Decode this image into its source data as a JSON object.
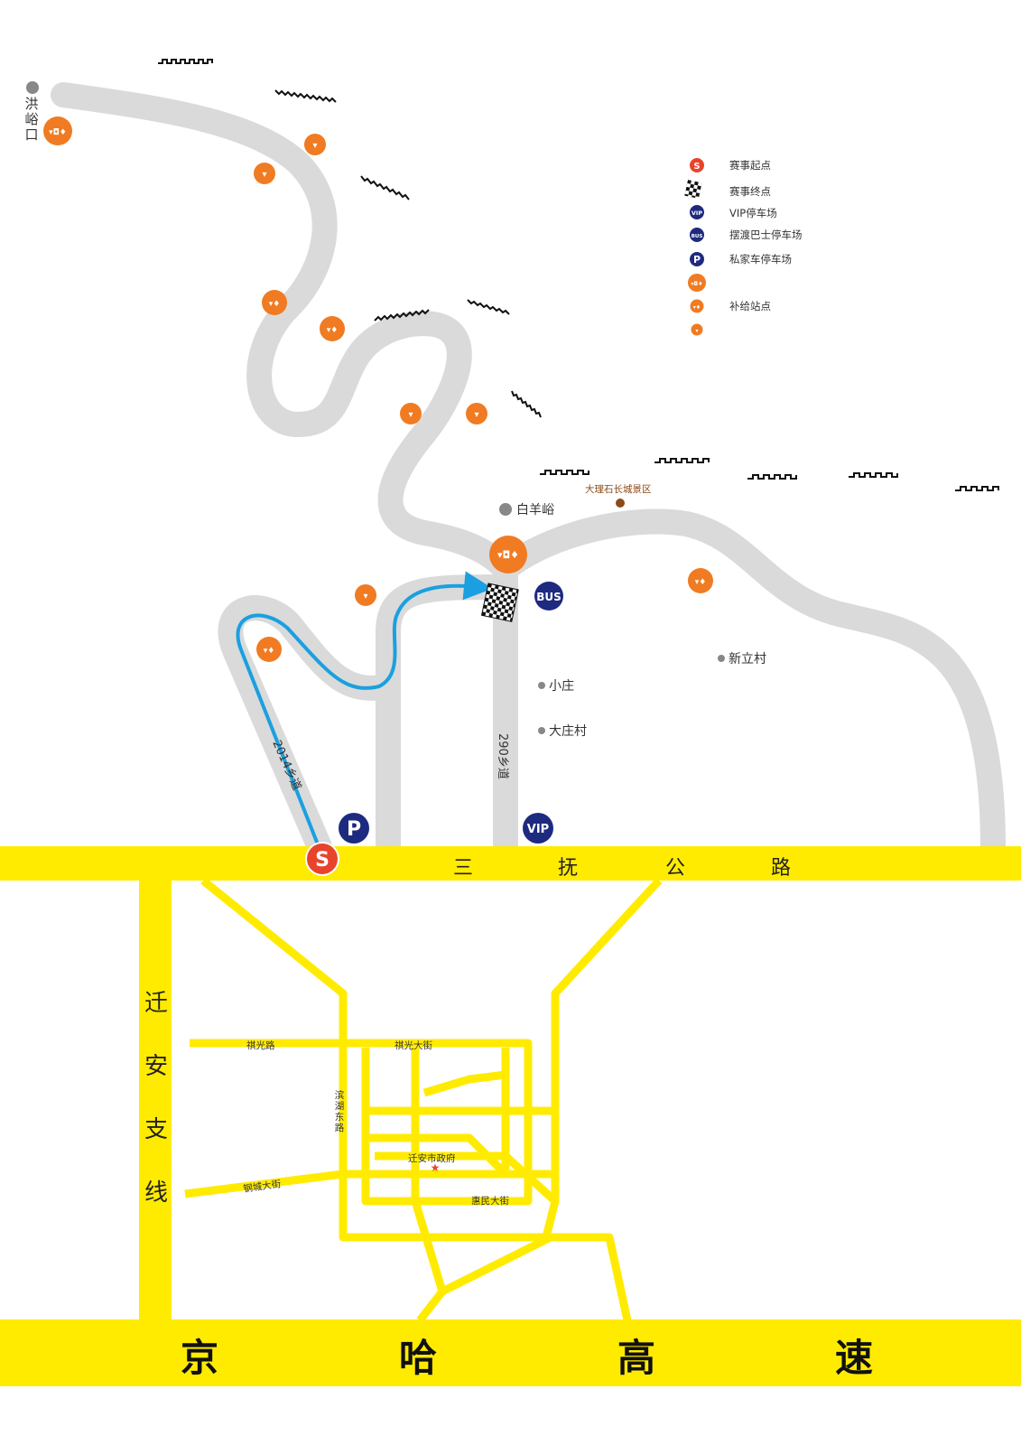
{
  "roads": {
    "highway_bottom": "京哈高速",
    "highway_bottom_chars": [
      "京",
      "哈",
      "高",
      "速"
    ],
    "sanfu_road_chars": [
      "三",
      "抚",
      "公",
      "路"
    ],
    "qianan_branch_chars": [
      "迁",
      "安",
      "支",
      "线"
    ],
    "road_290": "290乡道",
    "road_2014": "2014乡道",
    "qiguang_road": "祺光路",
    "qiguang_street": "祺光大街",
    "binhu_east_road": "滨湖东路",
    "gangcheng_street": "钢城大街",
    "huimin_street": "惠民大街"
  },
  "places": {
    "hongyukou": "洪峪口",
    "baiyangyu": "白羊峪",
    "great_wall_scenic": "大理石长城景区",
    "xiaozhuang": "小庄",
    "dazhuangcun": "大庄村",
    "xinlicun": "新立村",
    "city_gov": "迁安市政府"
  },
  "markers": {
    "start": "S",
    "bus": "BUS",
    "vip": "VIP",
    "parking": "P"
  },
  "legend": {
    "items": [
      {
        "icon": "start-icon",
        "label": "赛事起点"
      },
      {
        "icon": "finish-flag-icon",
        "label": "赛事终点"
      },
      {
        "icon": "vip-icon",
        "label": "VIP停车场"
      },
      {
        "icon": "bus-icon",
        "label": "摆渡巴士停车场"
      },
      {
        "icon": "parking-icon",
        "label": "私家车停车场"
      },
      {
        "icon": "supply-full-icon",
        "label": ""
      },
      {
        "icon": "supply-medium-icon",
        "label": "补给站点"
      },
      {
        "icon": "supply-small-icon",
        "label": ""
      }
    ]
  },
  "colors": {
    "yellow_road": "#FFEB00",
    "gray_road": "#DADADA",
    "route_blue": "#1AA0E0",
    "supply_orange": "#F07B22",
    "marker_navy": "#1E2A80",
    "start_red": "#E8442C"
  }
}
